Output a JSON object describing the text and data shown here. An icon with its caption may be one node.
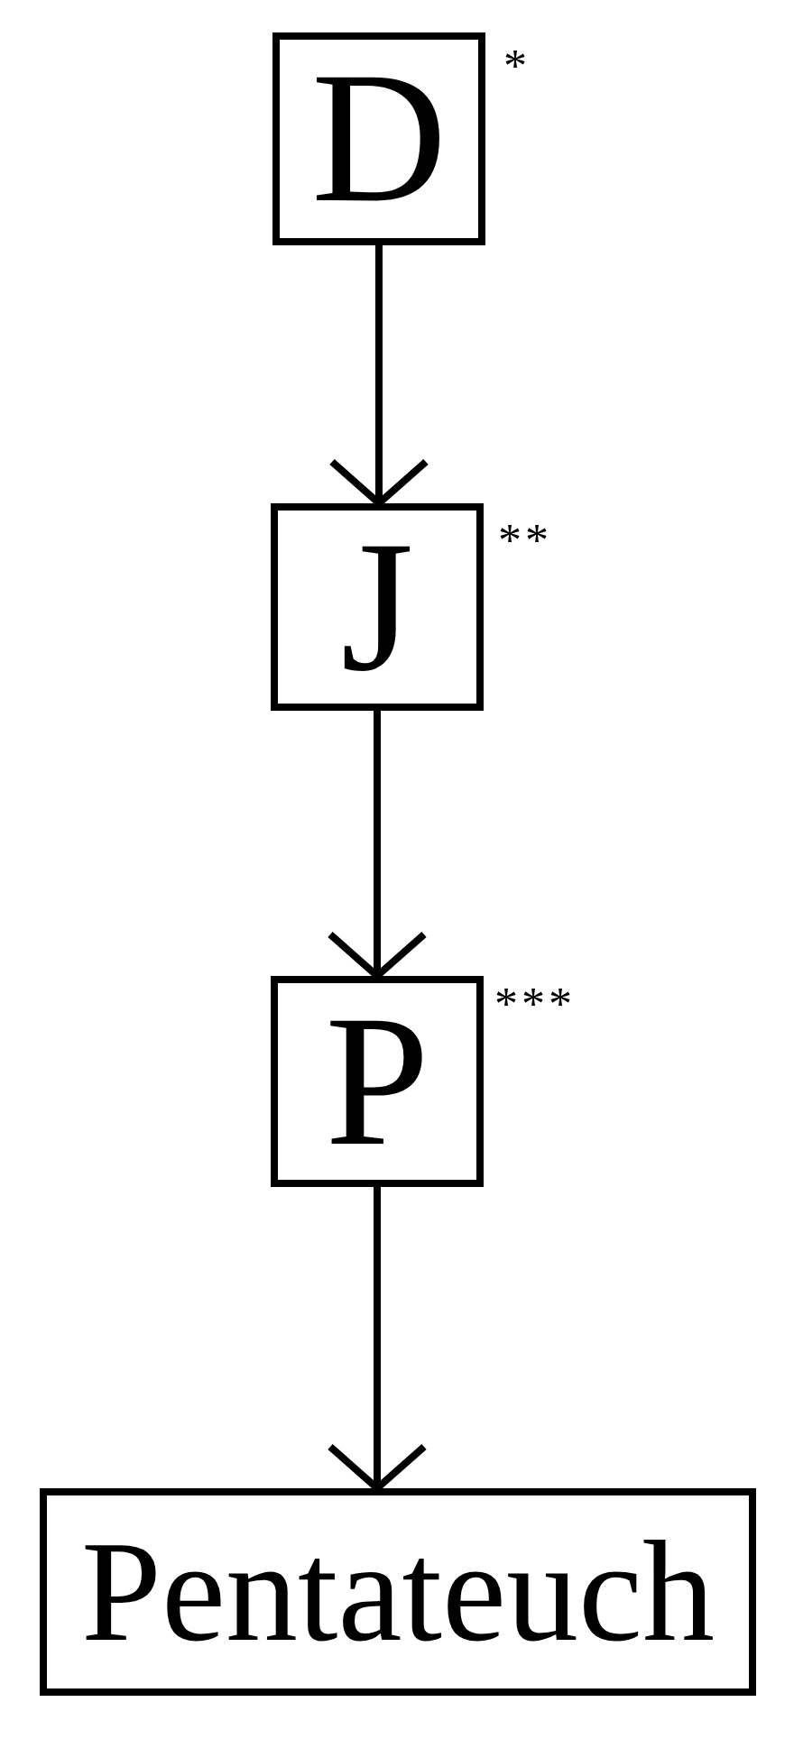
{
  "diagram": {
    "nodes": [
      {
        "text": [
          "D"
        ],
        "beside": [
          "*"
        ]
      },
      {
        "text": [
          "J"
        ],
        "beside": [
          "**"
        ]
      },
      {
        "text": [
          "P"
        ],
        "beside": [
          "***"
        ]
      },
      {
        "text": [
          "Pentateuch"
        ]
      }
    ],
    "edges": [
      {
        "from": 0,
        "to": 1,
        "arrow": "to"
      },
      {
        "from": 1,
        "to": 2,
        "arrow": "to"
      },
      {
        "from": 2,
        "to": 3,
        "arrow": "to"
      }
    ]
  }
}
